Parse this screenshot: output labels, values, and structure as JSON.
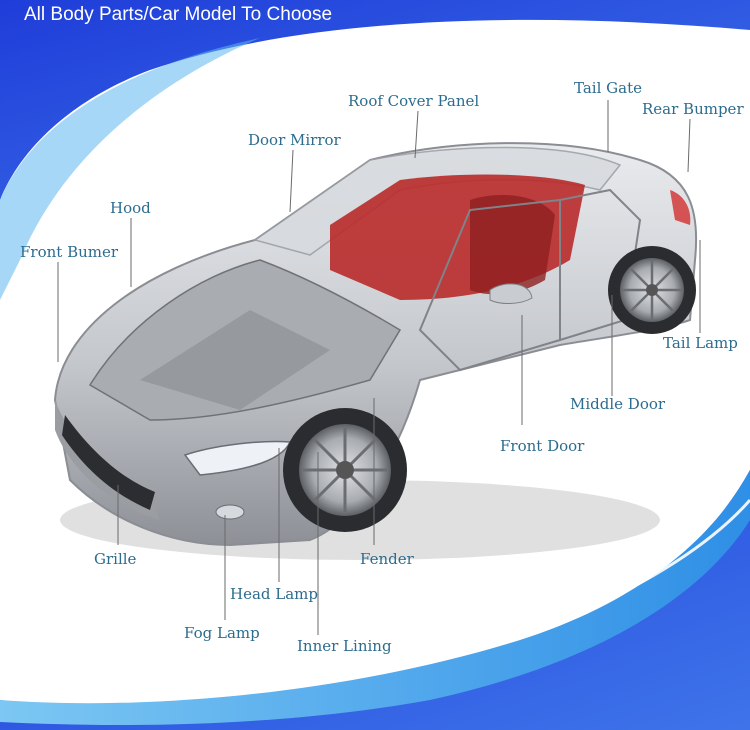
{
  "colors": {
    "banner": "#1f3dd9",
    "label_text": "#2d6c8e",
    "leader_line": "#6a6a6a",
    "swoosh_dark": "#2a55e0",
    "swoosh_light": "#47a8ee",
    "car_body": "#c6c9ce",
    "interior": "#b92a2a"
  },
  "title": "All Body Parts/Car Model To Choose",
  "labels": {
    "roof_cover_panel": "Roof Cover Panel",
    "tail_gate": "Tail Gate",
    "rear_bumper": "Rear Bumper",
    "door_mirror": "Door Mirror",
    "hood": "Hood",
    "front_bumper": "Front Bumer",
    "tail_lamp": "Tail Lamp",
    "middle_door": "Middle Door",
    "front_door": "Front Door",
    "grille": "Grille",
    "fender": "Fender",
    "head_lamp": "Head Lamp",
    "fog_lamp": "Fog Lamp",
    "inner_lining": "Inner Lining"
  }
}
